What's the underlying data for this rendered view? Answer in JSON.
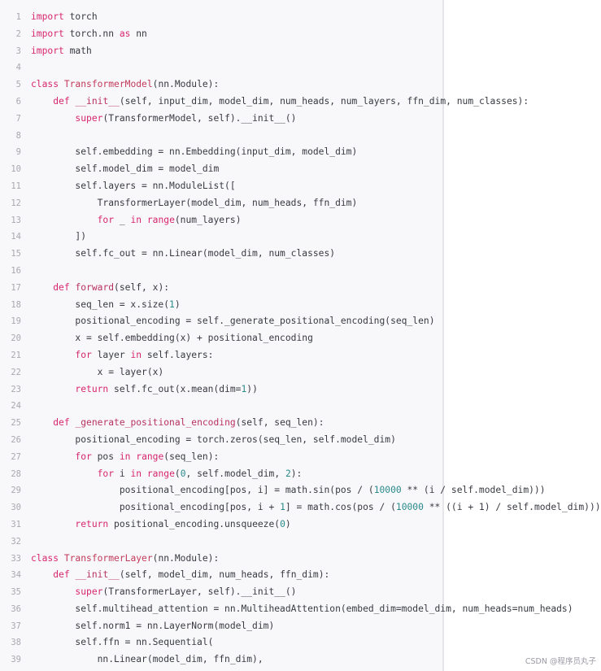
{
  "code_lines": [
    {
      "n": "1",
      "tokens": [
        [
          "kw",
          "import"
        ],
        [
          "p",
          " torch"
        ]
      ]
    },
    {
      "n": "2",
      "tokens": [
        [
          "kw",
          "import"
        ],
        [
          "p",
          " torch.nn "
        ],
        [
          "kw",
          "as"
        ],
        [
          "p",
          " nn"
        ]
      ]
    },
    {
      "n": "3",
      "tokens": [
        [
          "kw",
          "import"
        ],
        [
          "p",
          " math"
        ]
      ]
    },
    {
      "n": "4",
      "tokens": []
    },
    {
      "n": "5",
      "tokens": [
        [
          "kw",
          "class"
        ],
        [
          "p",
          " "
        ],
        [
          "cls",
          "TransformerModel"
        ],
        [
          "p",
          "(nn.Module):"
        ]
      ]
    },
    {
      "n": "6",
      "tokens": [
        [
          "p",
          "    "
        ],
        [
          "kw",
          "def"
        ],
        [
          "p",
          " "
        ],
        [
          "fn",
          "__init__"
        ],
        [
          "p",
          "(self, input_dim, model_dim, num_heads, num_layers, ffn_dim, num_classes):"
        ]
      ]
    },
    {
      "n": "7",
      "tokens": [
        [
          "p",
          "        "
        ],
        [
          "kw",
          "super"
        ],
        [
          "p",
          "(TransformerModel, self).__init__()"
        ]
      ]
    },
    {
      "n": "8",
      "tokens": []
    },
    {
      "n": "9",
      "tokens": [
        [
          "p",
          "        self.embedding = nn.Embedding(input_dim, model_dim)"
        ]
      ]
    },
    {
      "n": "10",
      "tokens": [
        [
          "p",
          "        self.model_dim = model_dim"
        ]
      ]
    },
    {
      "n": "11",
      "tokens": [
        [
          "p",
          "        self.layers = nn.ModuleList(["
        ]
      ]
    },
    {
      "n": "12",
      "tokens": [
        [
          "p",
          "            TransformerLayer(model_dim, num_heads, ffn_dim)"
        ]
      ]
    },
    {
      "n": "13",
      "tokens": [
        [
          "p",
          "            "
        ],
        [
          "kw",
          "for"
        ],
        [
          "p",
          " _ "
        ],
        [
          "kw",
          "in"
        ],
        [
          "p",
          " "
        ],
        [
          "kw",
          "range"
        ],
        [
          "p",
          "(num_layers)"
        ]
      ]
    },
    {
      "n": "14",
      "tokens": [
        [
          "p",
          "        ])"
        ]
      ]
    },
    {
      "n": "15",
      "tokens": [
        [
          "p",
          "        self.fc_out = nn.Linear(model_dim, num_classes)"
        ]
      ]
    },
    {
      "n": "16",
      "tokens": []
    },
    {
      "n": "17",
      "tokens": [
        [
          "p",
          "    "
        ],
        [
          "kw",
          "def"
        ],
        [
          "p",
          " "
        ],
        [
          "fn",
          "forward"
        ],
        [
          "p",
          "(self, x):"
        ]
      ]
    },
    {
      "n": "18",
      "tokens": [
        [
          "p",
          "        seq_len = x.size("
        ],
        [
          "num",
          "1"
        ],
        [
          "p",
          ")"
        ]
      ]
    },
    {
      "n": "19",
      "tokens": [
        [
          "p",
          "        positional_encoding = self._generate_positional_encoding(seq_len)"
        ]
      ]
    },
    {
      "n": "20",
      "tokens": [
        [
          "p",
          "        x = self.embedding(x) + positional_encoding"
        ]
      ]
    },
    {
      "n": "21",
      "tokens": [
        [
          "p",
          "        "
        ],
        [
          "kw",
          "for"
        ],
        [
          "p",
          " layer "
        ],
        [
          "kw",
          "in"
        ],
        [
          "p",
          " self.layers:"
        ]
      ]
    },
    {
      "n": "22",
      "tokens": [
        [
          "p",
          "            x = layer(x)"
        ]
      ]
    },
    {
      "n": "23",
      "tokens": [
        [
          "p",
          "        "
        ],
        [
          "kw",
          "return"
        ],
        [
          "p",
          " self.fc_out(x.mean(dim="
        ],
        [
          "num",
          "1"
        ],
        [
          "p",
          "))"
        ]
      ]
    },
    {
      "n": "24",
      "tokens": []
    },
    {
      "n": "25",
      "tokens": [
        [
          "p",
          "    "
        ],
        [
          "kw",
          "def"
        ],
        [
          "p",
          " "
        ],
        [
          "fn",
          "_generate_positional_encoding"
        ],
        [
          "p",
          "(self, seq_len):"
        ]
      ]
    },
    {
      "n": "26",
      "tokens": [
        [
          "p",
          "        positional_encoding = torch.zeros(seq_len, self.model_dim)"
        ]
      ]
    },
    {
      "n": "27",
      "tokens": [
        [
          "p",
          "        "
        ],
        [
          "kw",
          "for"
        ],
        [
          "p",
          " pos "
        ],
        [
          "kw",
          "in"
        ],
        [
          "p",
          " "
        ],
        [
          "kw",
          "range"
        ],
        [
          "p",
          "(seq_len):"
        ]
      ]
    },
    {
      "n": "28",
      "tokens": [
        [
          "p",
          "            "
        ],
        [
          "kw",
          "for"
        ],
        [
          "p",
          " i "
        ],
        [
          "kw",
          "in"
        ],
        [
          "p",
          " "
        ],
        [
          "kw",
          "range"
        ],
        [
          "p",
          "("
        ],
        [
          "num",
          "0"
        ],
        [
          "p",
          ", self.model_dim, "
        ],
        [
          "num",
          "2"
        ],
        [
          "p",
          "):"
        ]
      ]
    },
    {
      "n": "29",
      "tokens": [
        [
          "p",
          "                positional_encoding[pos, i] = math.sin(pos / ("
        ],
        [
          "num",
          "10000"
        ],
        [
          "p",
          " ** (i / self.model_dim)))"
        ]
      ]
    },
    {
      "n": "30",
      "tokens": [
        [
          "p",
          "                positional_encoding[pos, i + "
        ],
        [
          "num",
          "1"
        ],
        [
          "p",
          "] = math.cos(pos / ("
        ],
        [
          "num",
          "10000"
        ],
        [
          "p",
          " ** ((i + 1) / self.model_dim)))"
        ]
      ]
    },
    {
      "n": "31",
      "tokens": [
        [
          "p",
          "        "
        ],
        [
          "kw",
          "return"
        ],
        [
          "p",
          " positional_encoding.unsqueeze("
        ],
        [
          "num",
          "0"
        ],
        [
          "p",
          ")"
        ]
      ]
    },
    {
      "n": "32",
      "tokens": []
    },
    {
      "n": "33",
      "tokens": [
        [
          "kw",
          "class"
        ],
        [
          "p",
          " "
        ],
        [
          "cls",
          "TransformerLayer"
        ],
        [
          "p",
          "(nn.Module):"
        ]
      ]
    },
    {
      "n": "34",
      "tokens": [
        [
          "p",
          "    "
        ],
        [
          "kw",
          "def"
        ],
        [
          "p",
          " "
        ],
        [
          "fn",
          "__init__"
        ],
        [
          "p",
          "(self, model_dim, num_heads, ffn_dim):"
        ]
      ]
    },
    {
      "n": "35",
      "tokens": [
        [
          "p",
          "        "
        ],
        [
          "kw",
          "super"
        ],
        [
          "p",
          "(TransformerLayer, self).__init__()"
        ]
      ]
    },
    {
      "n": "36",
      "tokens": [
        [
          "p",
          "        self.multihead_attention = nn.MultiheadAttention(embed_dim=model_dim, num_heads=num_heads)"
        ]
      ]
    },
    {
      "n": "37",
      "tokens": [
        [
          "p",
          "        self.norm1 = nn.LayerNorm(model_dim)"
        ]
      ]
    },
    {
      "n": "38",
      "tokens": [
        [
          "p",
          "        self.ffn = nn.Sequential("
        ]
      ]
    },
    {
      "n": "39",
      "tokens": [
        [
          "p",
          "            nn.Linear(model_dim, ffn_dim),"
        ]
      ]
    }
  ],
  "watermark": "CSDN @程序员丸子"
}
